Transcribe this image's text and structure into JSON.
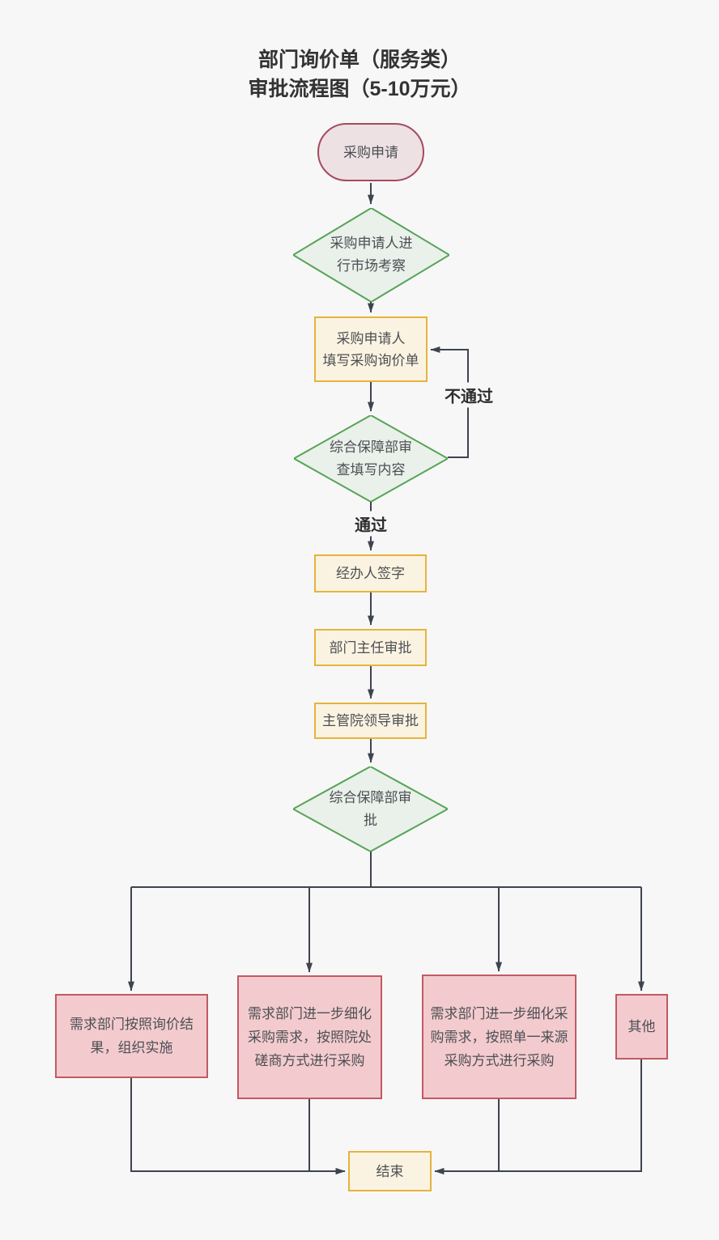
{
  "title": {
    "lines": [
      "部门询价单（服务类）",
      "审批流程图（5-10万元）"
    ]
  },
  "flowchart": {
    "nodes": {
      "start": {
        "type": "terminator",
        "lines": [
          "采购申请"
        ]
      },
      "market_survey": {
        "type": "decision",
        "lines": [
          "采购申请人进",
          "行市场考察"
        ]
      },
      "fill_inquiry_form": {
        "type": "process",
        "lines": [
          "采购申请人",
          "填写采购询价单"
        ]
      },
      "review_content": {
        "type": "decision",
        "lines": [
          "综合保障部审",
          "查填写内容"
        ]
      },
      "handler_sign": {
        "type": "process",
        "lines": [
          "经办人签字"
        ]
      },
      "dept_director_approve": {
        "type": "process",
        "lines": [
          "部门主任审批"
        ]
      },
      "hospital_leader_approve": {
        "type": "process",
        "lines": [
          "主管院领导审批"
        ]
      },
      "support_dept_approve": {
        "type": "decision",
        "lines": [
          "综合保障部审",
          "批"
        ]
      },
      "implement_by_inquiry": {
        "type": "branch",
        "lines": [
          "需求部门按照询价结",
          "果，组织实施"
        ]
      },
      "negotiation_procurement": {
        "type": "branch",
        "lines": [
          "需求部门进一步细化",
          "采购需求，按照院处",
          "磋商方式进行采购"
        ]
      },
      "single_source_procurement": {
        "type": "branch",
        "lines": [
          "需求部门进一步细化采",
          "购需求，按照单一来源",
          "采购方式进行采购"
        ]
      },
      "other": {
        "type": "branch",
        "lines": [
          "其他"
        ]
      },
      "end": {
        "type": "process",
        "lines": [
          "结束"
        ]
      }
    },
    "edge_labels": {
      "pass": "通过",
      "fail": "不通过"
    }
  },
  "colors": {
    "page_bg": "#f7f7f8",
    "connector": "#3e444d",
    "text": "#4c4f54",
    "title_text": "#333333",
    "label_text": "#2e2e2e",
    "start_fill": "#ede1e3",
    "start_border": "#a54a60",
    "decision_fill": "#eaf0ea",
    "decision_border": "#56a456",
    "process_fill": "#fbf3e1",
    "process_border": "#e6b33c",
    "branch_fill": "#f3cbce",
    "branch_border": "#c25962"
  }
}
